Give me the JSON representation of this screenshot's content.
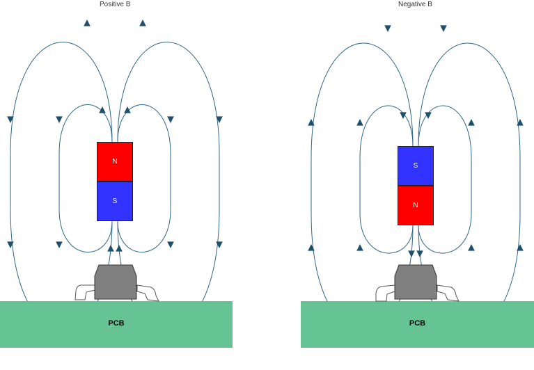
{
  "colors": {
    "field_line": "#2e6688",
    "arrow": "#1e4f6b",
    "north_pole": "#ff0000",
    "south_pole": "#3333ff",
    "pcb": "#66c494",
    "sensor": "#808080",
    "lead": "#ffffff"
  },
  "panels": [
    {
      "title": "Positive B",
      "magnet_top": {
        "label": "N",
        "pole": "north"
      },
      "magnet_bottom": {
        "label": "S",
        "pole": "south"
      },
      "pcb_label": "PCB",
      "field_direction": "up-through-magnet"
    },
    {
      "title": "Negative B",
      "magnet_top": {
        "label": "S",
        "pole": "south"
      },
      "magnet_bottom": {
        "label": "N",
        "pole": "north"
      },
      "pcb_label": "PCB",
      "field_direction": "down-through-magnet"
    }
  ]
}
